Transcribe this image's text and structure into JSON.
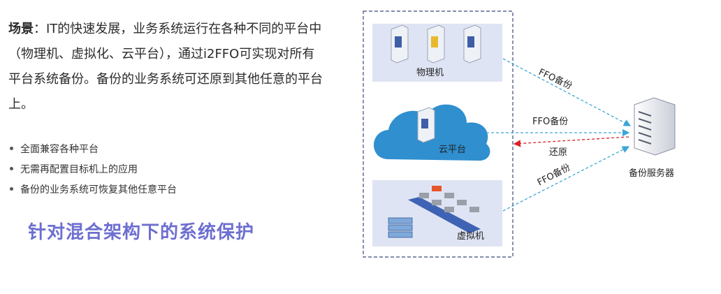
{
  "scene": {
    "label": "场景",
    "colon": "：",
    "text": "IT的快速发展，业务系统运行在各种不同的平台中（物理机、虚拟化、云平台），通过i2FFO可实现对所有平台系统备份。备份的业务系统可还原到其他任意的平台上。"
  },
  "bullets": [
    "全面兼容各种平台",
    "无需再配置目标机上的应用",
    "备份的业务系统可恢复其他任意平台"
  ],
  "headline": "针对混合架构下的系统保护",
  "diagram": {
    "nodes": {
      "physical": "物理机",
      "cloud": "云平台",
      "virtual": "虚拟机",
      "backup_server": "备份服务器"
    },
    "edges": {
      "physical_backup": "FFO备份",
      "cloud_backup": "FFO备份",
      "cloud_restore": "还原",
      "virtual_backup": "FFO备份"
    }
  },
  "colors": {
    "accent": "#6d6fd0",
    "backup_arrow": "#3aa6d8",
    "restore_arrow": "#d9232a",
    "panel": "#dfe4f4",
    "cloud": "#2f8fcf"
  }
}
